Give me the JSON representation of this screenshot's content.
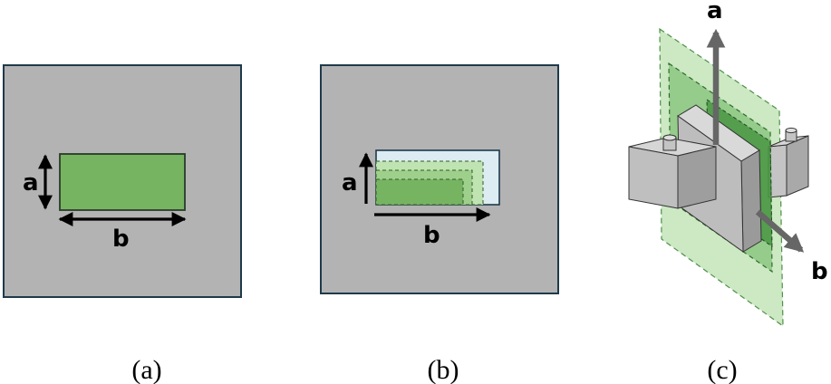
{
  "panels": [
    {
      "caption": "(a)",
      "dimension_labels": {
        "a": "a",
        "b": "b"
      }
    },
    {
      "caption": "(b)",
      "dimension_labels": {
        "a": "a",
        "b": "b"
      }
    },
    {
      "caption": "(c)",
      "dimension_labels": {
        "a": "a",
        "b": "b"
      }
    }
  ],
  "colors": {
    "plate_gray": "#b3b3b3",
    "plate_border": "#1f3a4a",
    "patch_green": "#76b461",
    "patch_green_border": "#2f5a2a",
    "cavity_light_blue": "#dcecf2",
    "translucent_green": "#8fcf7a",
    "dark_green": "#3f8f3a",
    "block_gray": "#c4c4c4",
    "arrow_gray": "#6e6e6e",
    "arrow_black": "#000000"
  }
}
